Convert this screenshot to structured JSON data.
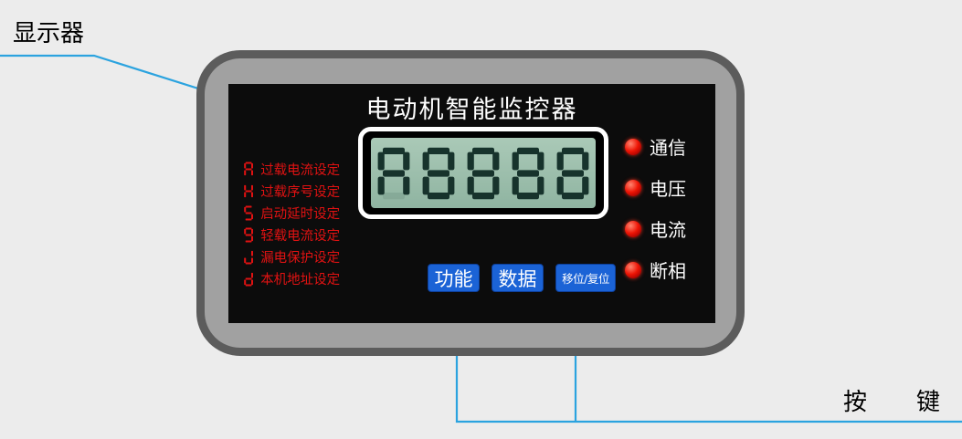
{
  "annotations": {
    "display_callout": "显示器",
    "keys_callout": "按　键"
  },
  "device": {
    "title": "电动机智能监控器",
    "display": {
      "value": "A8888"
    },
    "settings": [
      {
        "symbol": "A",
        "label": "过载电流设定"
      },
      {
        "symbol": "H",
        "label": "过载序号设定"
      },
      {
        "symbol": "S",
        "label": "启动延时设定"
      },
      {
        "symbol": "9",
        "label": "轻载电流设定"
      },
      {
        "symbol": "J",
        "label": "漏电保护设定"
      },
      {
        "symbol": "d",
        "label": "本机地址设定"
      }
    ],
    "leds": [
      {
        "label": "通信"
      },
      {
        "label": "电压"
      },
      {
        "label": "电流"
      },
      {
        "label": "断相"
      }
    ],
    "buttons": [
      {
        "label": "功能"
      },
      {
        "label": "数据"
      },
      {
        "label": "移位/复位"
      }
    ],
    "colors": {
      "callout_blue": "#2ba3df",
      "button_blue": "#1b63d6",
      "led_red": "#ee1505",
      "setting_red": "#e01212",
      "lcd_green": "#9cbfae",
      "segment_dark": "#17332c",
      "panel_black": "#0c0c0c",
      "body_gray": "#a1a1a1"
    }
  }
}
